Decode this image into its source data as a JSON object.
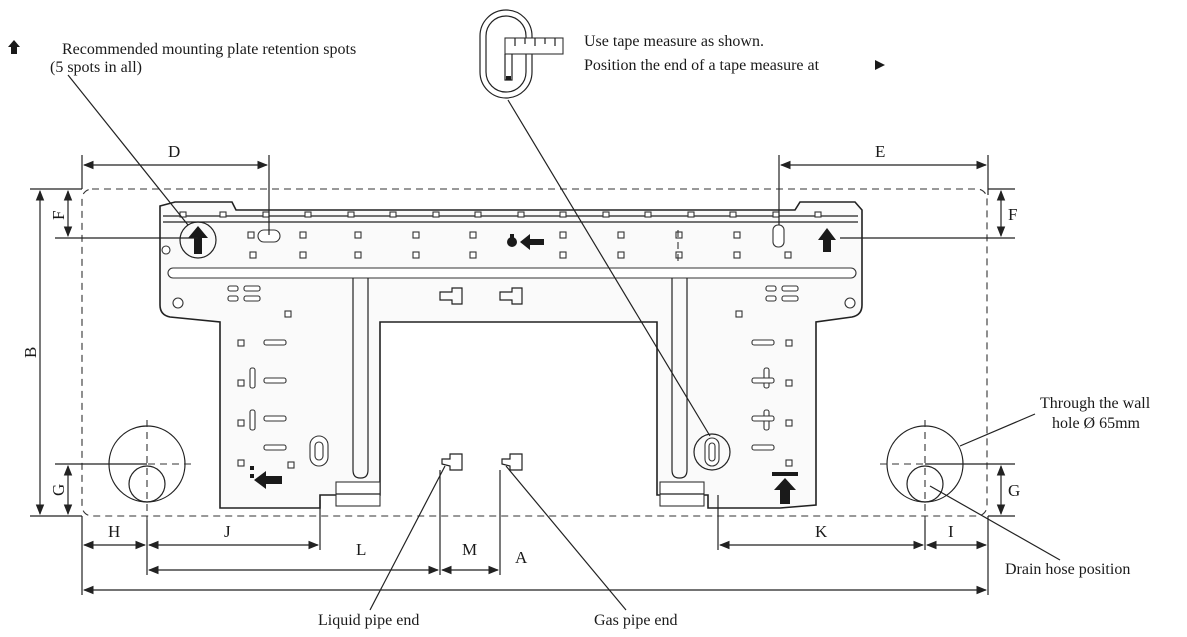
{
  "notes": {
    "retention_line1": "Recommended mounting plate retention spots",
    "retention_line2": "(5 spots in all)",
    "tape_line1": "Use tape measure as shown.",
    "tape_line2": "Position the end of a tape measure at",
    "through_wall_line1": "Through the wall",
    "through_wall_line2": "hole Ø 65mm",
    "drain_hose": "Drain hose position",
    "liquid_pipe": "Liquid pipe end",
    "gas_pipe": "Gas pipe end"
  },
  "dimensions": {
    "A": "A",
    "B": "B",
    "D": "D",
    "E": "E",
    "F": "F",
    "F2": "F",
    "G": "G",
    "G2": "G",
    "H": "H",
    "I": "I",
    "J": "J",
    "K": "K",
    "L": "L",
    "M": "M"
  }
}
